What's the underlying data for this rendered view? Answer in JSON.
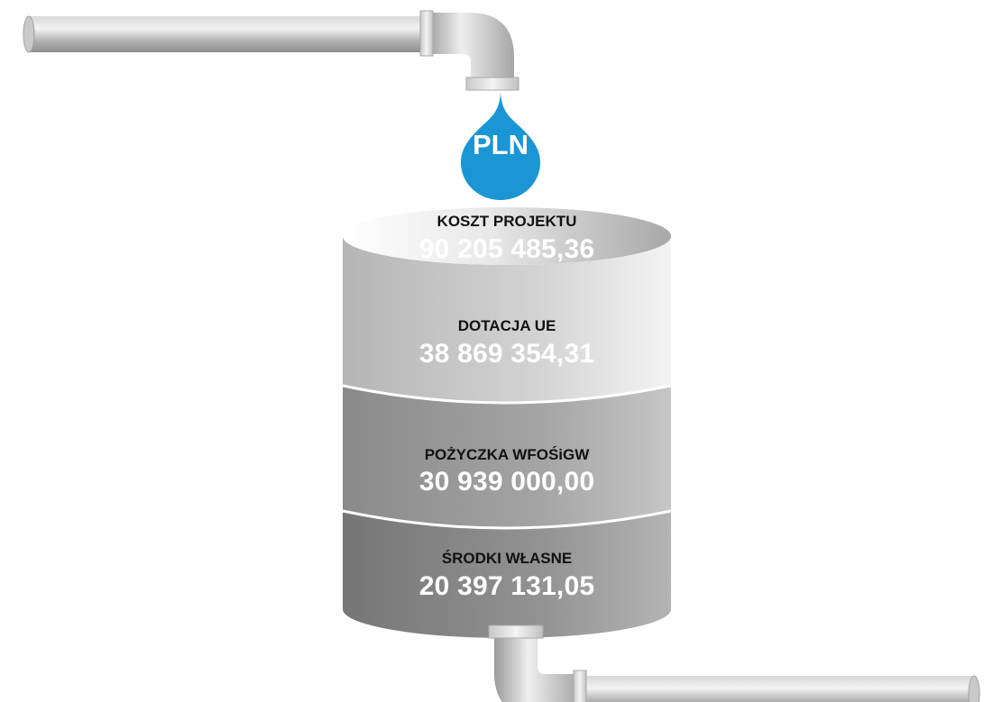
{
  "drop": {
    "currency": "PLN",
    "color": "#1a96d4"
  },
  "tank": {
    "sections": [
      {
        "label": "KOSZT PROJEKTU",
        "value": "90 205 485,36"
      },
      {
        "label": "DOTACJA UE",
        "value": "38 869 354,31"
      },
      {
        "label": "POŻYCZKA WFOŚiGW",
        "value": "30 939 000,00"
      },
      {
        "label": "ŚRODKI WŁASNE",
        "value": "20 397 131,05"
      }
    ]
  }
}
